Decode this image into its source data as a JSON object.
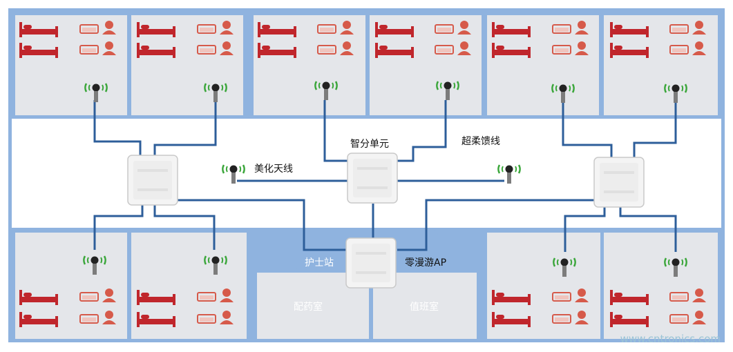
{
  "labels": {
    "splitter": "智分单元",
    "feeder": "超柔馈线",
    "antenna": "美化天线",
    "nurse_station": "护士站",
    "ap": "零漫游AP",
    "pharmacy": "配药室",
    "duty_room": "值班室"
  },
  "watermark": "www.cntronics.com",
  "colors": {
    "frame": "#8fb3df",
    "room": "#e4e6ea",
    "cable": "#2d5e9a",
    "bed": "#c0262c",
    "person": "#d65a4a"
  },
  "icons": [
    "bed-icon",
    "patient-icon",
    "antenna-icon",
    "ap-device-icon",
    "splitter-icon"
  ]
}
